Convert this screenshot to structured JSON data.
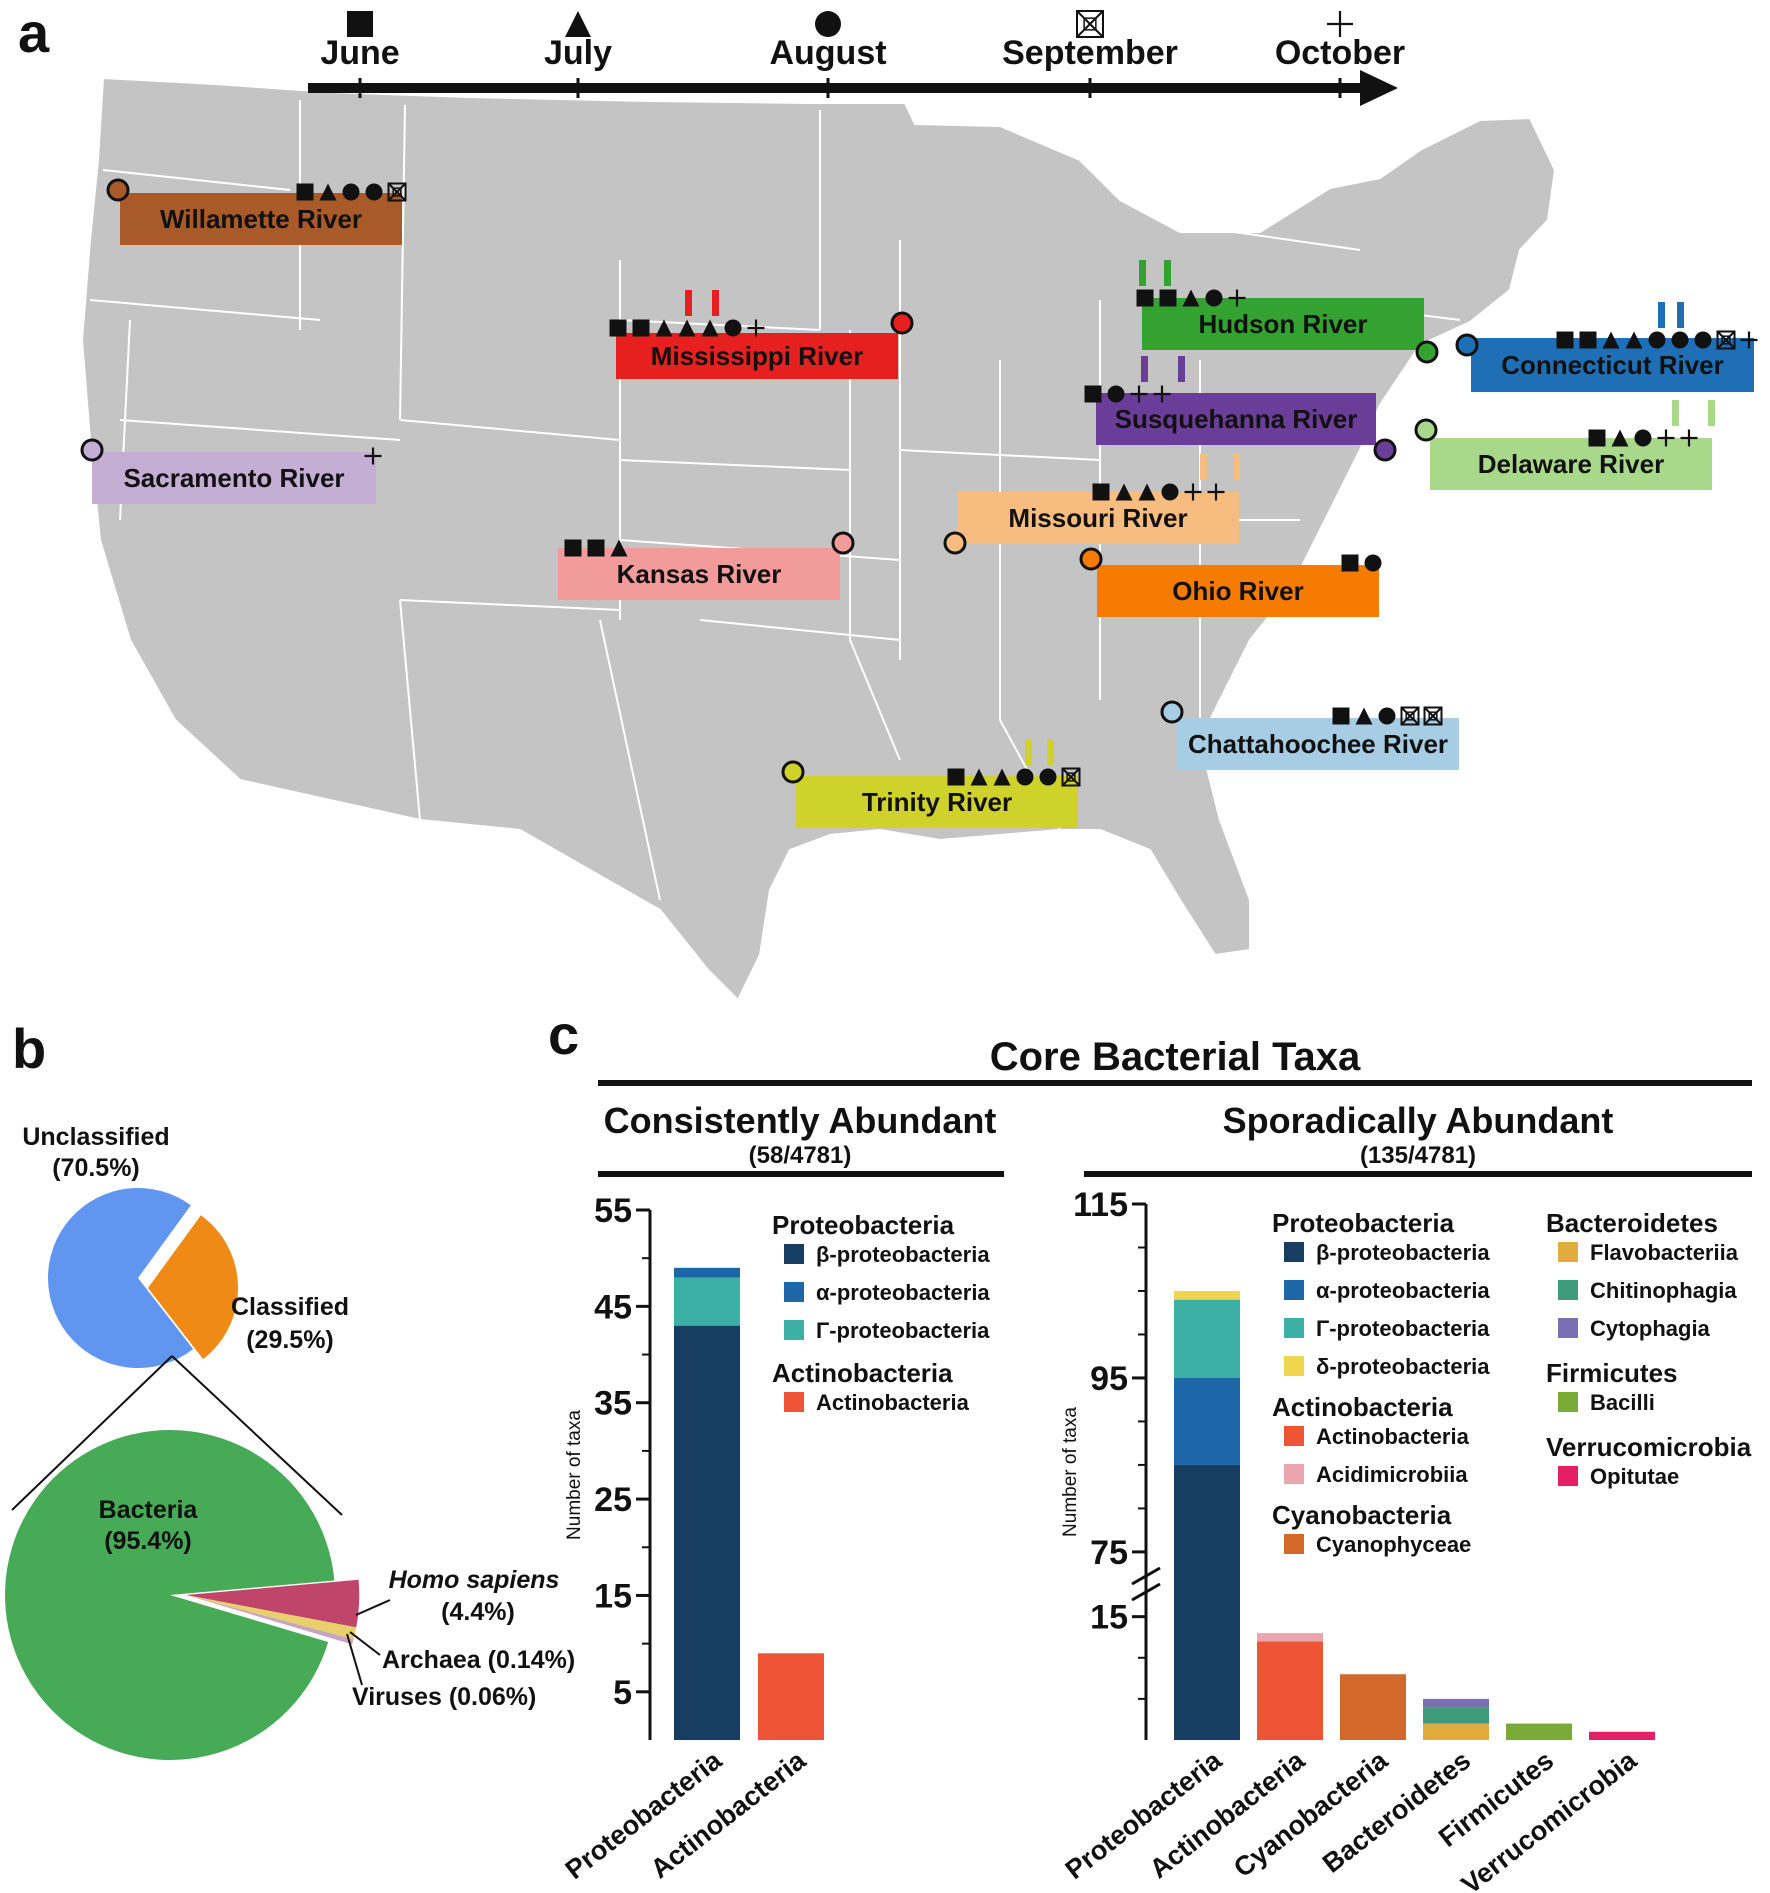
{
  "panel_labels": {
    "a": "a",
    "b": "b",
    "c": "c"
  },
  "panel_a": {
    "months": [
      {
        "label": "June",
        "symbol": "square-icon"
      },
      {
        "label": "July",
        "symbol": "triangle-icon"
      },
      {
        "label": "August",
        "symbol": "circle-icon"
      },
      {
        "label": "September",
        "symbol": "boxed-x-icon"
      },
      {
        "label": "October",
        "symbol": "cross-icon"
      }
    ],
    "colors": {
      "map_fill": "#c4c4c4",
      "map_border": "#ffffff"
    },
    "rivers": [
      {
        "name": "Willamette River",
        "color": "#a85a28",
        "samples": "sqr,tri,cir,cir,box",
        "paired": ""
      },
      {
        "name": "Mississippi River",
        "color": "#e5201f",
        "samples": "sqr,sqr,tri,tri,tri,cir,crs",
        "paired": "#e5201f"
      },
      {
        "name": "Hudson River",
        "color": "#34a230",
        "samples": "sqr,sqr,tri,cir,crs",
        "paired": "#34a230"
      },
      {
        "name": "Connecticut River",
        "color": "#1e6fb5",
        "samples": "sqr,sqr,tri,tri,cir,cir,cir,box,crs",
        "paired": "#1e6fb5"
      },
      {
        "name": "Susquehanna River",
        "color": "#6a3d99",
        "samples": "sqr,cir,crs,crs",
        "paired": "#6a3d99"
      },
      {
        "name": "Sacramento River",
        "color": "#c5aed4",
        "samples": "crs",
        "paired": ""
      },
      {
        "name": "Delaware River",
        "color": "#a8d98a",
        "samples": "sqr,tri,cir,crs,crs",
        "paired": "#a8d98a"
      },
      {
        "name": "Missouri River",
        "color": "#f7bd80",
        "samples": "sqr,tri,tri,cir,crs,crs",
        "paired": "#f7bd80"
      },
      {
        "name": "Kansas River",
        "color": "#f29b9b",
        "samples": "sqr,sqr,tri",
        "paired": ""
      },
      {
        "name": "Ohio River",
        "color": "#f57c00",
        "samples": "sqr,cir",
        "paired": ""
      },
      {
        "name": "Chattahoochee River",
        "color": "#a6cde3",
        "samples": "sqr,tri,cir,box,box",
        "paired": ""
      },
      {
        "name": "Trinity River",
        "color": "#cfd22a",
        "samples": "sqr,tri,tri,cir,cir,box",
        "paired": "#cfd22a"
      }
    ]
  },
  "chart_data": [
    {
      "type": "pie",
      "panel": "b-top",
      "slices": [
        {
          "label": "Unclassified",
          "pct_label": "(70.5%)",
          "value": 70.5,
          "color": "#6096f0"
        },
        {
          "label": "Classified",
          "pct_label": "(29.5%)",
          "value": 29.5,
          "color": "#f08a16"
        }
      ]
    },
    {
      "type": "pie",
      "panel": "b-bottom",
      "slices": [
        {
          "label": "Bacteria",
          "pct_label": "(95.4%)",
          "value": 95.4,
          "color": "#47aa57"
        },
        {
          "label": "Homo sapiens",
          "pct_label": "(4.4%)",
          "value": 4.4,
          "color": "#c0456a"
        },
        {
          "label": "Archaea (0.14%)",
          "value": 0.14,
          "color": "#e8d06a"
        },
        {
          "label": "Viruses (0.06%)",
          "value": 0.06,
          "color": "#c9a3c4"
        }
      ]
    },
    {
      "type": "bar",
      "stacked": true,
      "panel": "c-left",
      "super_title": "Core Bacterial Taxa",
      "title": "Consistently Abundant",
      "subtitle": "(58/4781)",
      "ylabel": "Number of taxa",
      "ylim": [
        0,
        55
      ],
      "yticks": [
        5,
        15,
        25,
        35,
        45,
        55
      ],
      "categories": [
        "Proteobacteria",
        "Actinobacteria"
      ],
      "legend_groups": [
        {
          "title": "Proteobacteria",
          "items": [
            "β-proteobacteria",
            "α-proteobacteria",
            "Γ-proteobacteria"
          ]
        },
        {
          "title": "Actinobacteria",
          "items": [
            "Actinobacteria"
          ]
        }
      ],
      "series": [
        {
          "name": "β-proteobacteria",
          "color": "#173e62",
          "values": [
            43,
            0
          ]
        },
        {
          "name": "Γ-proteobacteria",
          "color": "#3cb0a5",
          "values": [
            5,
            0
          ]
        },
        {
          "name": "α-proteobacteria",
          "color": "#1d66a8",
          "values": [
            1,
            0
          ]
        },
        {
          "name": "Actinobacteria",
          "color": "#ee5536",
          "values": [
            0,
            9
          ]
        }
      ]
    },
    {
      "type": "bar",
      "stacked": true,
      "panel": "c-right",
      "title": "Sporadically Abundant",
      "subtitle": "(135/4781)",
      "ylabel": "Number of taxa",
      "ylim": [
        0,
        115
      ],
      "axis_break": [
        18,
        72
      ],
      "yticks": [
        15,
        75,
        95,
        115
      ],
      "categories": [
        "Proteobacteria",
        "Actinobacteria",
        "Cyanobacteria",
        "Bacteroidetes",
        "Firmicutes",
        "Verrucomicrobia"
      ],
      "legend_groups": [
        {
          "title": "Proteobacteria",
          "items": [
            "β-proteobacteria",
            "α-proteobacteria",
            "Γ-proteobacteria",
            "δ-proteobacteria"
          ]
        },
        {
          "title": "Actinobacteria",
          "items": [
            "Actinobacteria",
            "Acidimicrobiia"
          ]
        },
        {
          "title": "Cyanobacteria",
          "items": [
            "Cyanophyceae"
          ]
        },
        {
          "title": "Bacteroidetes",
          "items": [
            "Flavobacteriia",
            "Chitinophagia",
            "Cytophagia"
          ]
        },
        {
          "title": "Firmicutes",
          "items": [
            "Bacilli"
          ]
        },
        {
          "title": "Verrucomicrobia",
          "items": [
            "Opitutae"
          ]
        }
      ],
      "series": [
        {
          "name": "β-proteobacteria",
          "color": "#173e62",
          "values": [
            85,
            0,
            0,
            0,
            0,
            0
          ]
        },
        {
          "name": "α-proteobacteria",
          "color": "#1d66a8",
          "values": [
            10,
            0,
            0,
            0,
            0,
            0
          ]
        },
        {
          "name": "Γ-proteobacteria",
          "color": "#3cb0a5",
          "values": [
            9,
            0,
            0,
            0,
            0,
            0
          ]
        },
        {
          "name": "δ-proteobacteria",
          "color": "#f2d54f",
          "values": [
            1,
            0,
            0,
            0,
            0,
            0
          ]
        },
        {
          "name": "Actinobacteria",
          "color": "#ee5536",
          "values": [
            0,
            12,
            0,
            0,
            0,
            0
          ]
        },
        {
          "name": "Acidimicrobiia",
          "color": "#eaa5ae",
          "values": [
            0,
            1,
            0,
            0,
            0,
            0
          ]
        },
        {
          "name": "Cyanophyceae",
          "color": "#d2692a",
          "values": [
            0,
            0,
            8,
            0,
            0,
            0
          ]
        },
        {
          "name": "Flavobacteriia",
          "color": "#e1ac3d",
          "values": [
            0,
            0,
            0,
            2,
            0,
            0
          ]
        },
        {
          "name": "Chitinophagia",
          "color": "#3e9c7c",
          "values": [
            0,
            0,
            0,
            2,
            0,
            0
          ]
        },
        {
          "name": "Cytophagia",
          "color": "#7b6fb3",
          "values": [
            0,
            0,
            0,
            1,
            0,
            0
          ]
        },
        {
          "name": "Bacilli",
          "color": "#7aab36",
          "values": [
            0,
            0,
            0,
            0,
            2,
            0
          ]
        },
        {
          "name": "Opitutae",
          "color": "#e61e63",
          "values": [
            0,
            0,
            0,
            0,
            0,
            1
          ]
        }
      ]
    }
  ]
}
